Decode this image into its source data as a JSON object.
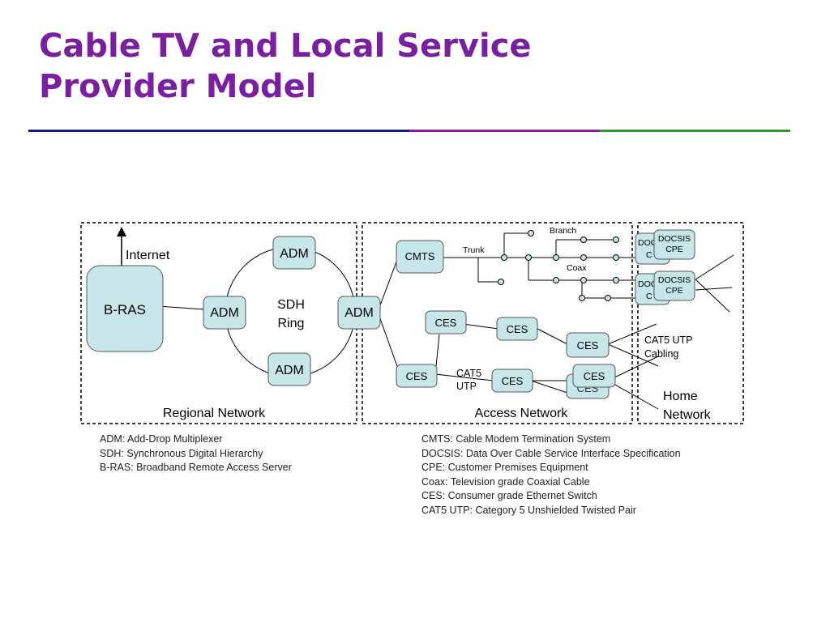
{
  "slide": {
    "title_line1": "Cable TV and Local Service",
    "title_line2": "Provider Model",
    "title_color": "#7a1fa0",
    "bar_colors": [
      "#1a1a8c",
      "#8a1a9a",
      "#2a9a2a"
    ]
  },
  "diagram": {
    "node_fill": "#c6e6ea",
    "regions": {
      "regional": "Regional Network",
      "access": "Access Network",
      "home_line1": "Home",
      "home_line2": "Network"
    },
    "labels": {
      "internet": "Internet",
      "sdh_line1": "SDH",
      "sdh_line2": "Ring",
      "branch": "Branch",
      "trunk": "Trunk",
      "coax": "Coax",
      "cat5_utp_cabling_line1": "CAT5 UTP",
      "cat5_utp_cabling_line2": "Cabling",
      "cat5_line1": "CAT5",
      "cat5_line2": "UTP"
    },
    "nodes": {
      "bras": "B-RAS",
      "adm": "ADM",
      "cmts": "CMTS",
      "ces": "CES",
      "docsis_line1": "DOCSIS",
      "docsis_line2": "CPE",
      "docsis_partial1": "DOC",
      "docsis_partial2": "C"
    }
  },
  "legend_left": [
    "ADM: Add-Drop Multiplexer",
    "SDH: Synchronous Digital Hierarchy",
    "B-RAS: Broadband Remote Access Server"
  ],
  "legend_right": [
    "CMTS: Cable Modem Termination System",
    "DOCSIS: Data Over Cable Service Interface Specification",
    "CPE: Customer Premises Equipment",
    "Coax: Television grade Coaxial Cable",
    "CES: Consumer grade Ethernet Switch",
    "CAT5 UTP: Category 5 Unshielded Twisted Pair"
  ]
}
